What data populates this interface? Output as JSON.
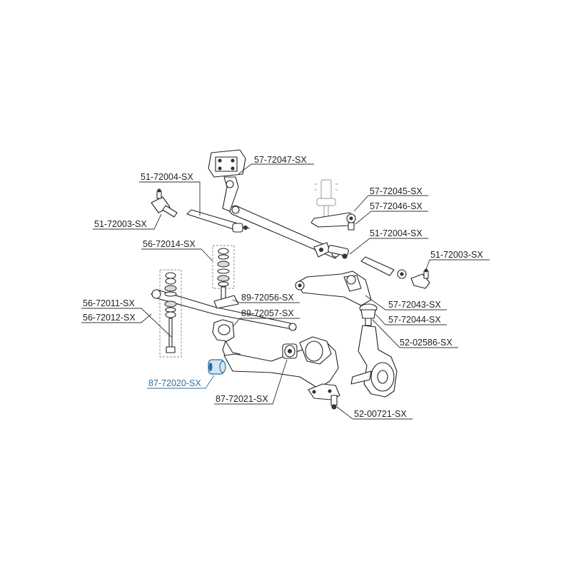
{
  "labels": {
    "p57_72047": "57-72047-SX",
    "p51_72004_top": "51-72004-SX",
    "p57_72045": "57-72045-SX",
    "p57_72046": "57-72046-SX",
    "p51_72003_left": "51-72003-SX",
    "p51_72004_right": "51-72004-SX",
    "p56_72014": "56-72014-SX",
    "p51_72003_right": "51-72003-SX",
    "p89_72056": "89-72056-SX",
    "p57_72043": "57-72043-SX",
    "p56_72011": "56-72011-SX",
    "p89_72057": "89-72057-SX",
    "p57_72044": "57-72044-SX",
    "p56_72012": "56-72012-SX",
    "p52_02586": "52-02586-SX",
    "p87_72020": "87-72020-SX",
    "p87_72021": "87-72021-SX",
    "p52_00721": "52-00721-SX"
  },
  "colors": {
    "highlight": "#2f6e9e",
    "line": "#222222",
    "background": "#ffffff"
  }
}
